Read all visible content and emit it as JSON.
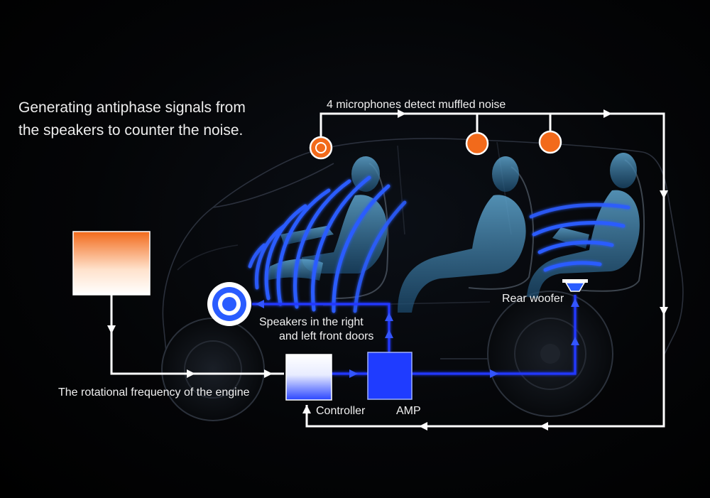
{
  "headline": {
    "line1": "Generating antiphase signals from",
    "line2": "the speakers to counter the noise."
  },
  "labels": {
    "microphones": "4 microphones detect muffled noise",
    "speakers_line1": "Speakers in the right",
    "speakers_line2": "and left front doors",
    "rear_woofer": "Rear woofer",
    "engine_frequency": "The rotational frequency of the engine",
    "controller": "Controller",
    "amp": "AMP"
  },
  "colors": {
    "background": "#000000",
    "signal_path": "#1f3cff",
    "feedback_path": "#ffffff",
    "microphone": "#f26a1b",
    "speaker": "#2a5cff",
    "occupant": "#2e6f9a"
  },
  "icons": {
    "engine_signal_box": "gradient-box",
    "controller_box": "gradient-box",
    "amp_box": "blue-box",
    "front_speaker": "speaker-icon",
    "rear_woofer": "woofer-icon",
    "microphone": "microphone-icon"
  }
}
